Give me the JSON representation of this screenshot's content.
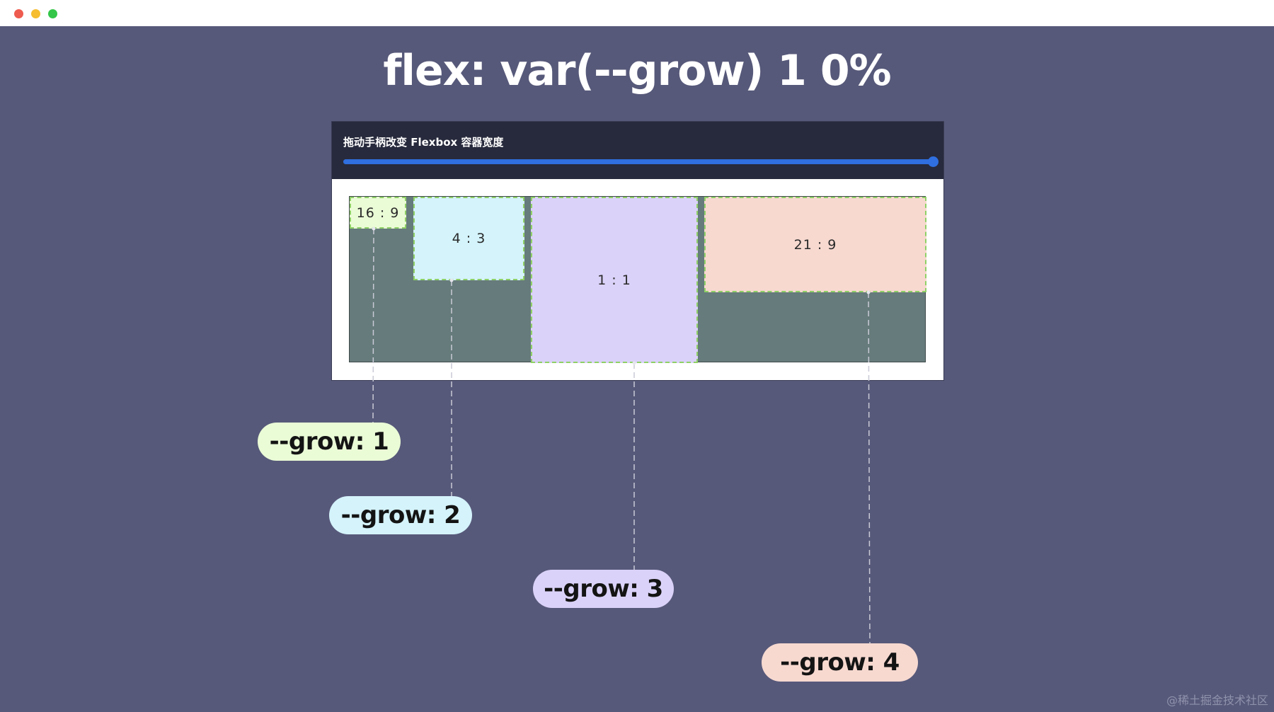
{
  "window": {
    "controls": [
      "close",
      "minimize",
      "zoom"
    ]
  },
  "heading": "flex: var(--grow) 1 0%",
  "demo": {
    "label": "拖动手柄改变 Flexbox 容器宽度",
    "slider": {
      "value": 1.0,
      "color": "#2f6fe0"
    }
  },
  "items": [
    {
      "ratio": "16 : 9",
      "color": "#eafcd6"
    },
    {
      "ratio": "4 : 3",
      "color": "#d4f3fb"
    },
    {
      "ratio": "1 : 1",
      "color": "#dbd2f9"
    },
    {
      "ratio": "21 : 9",
      "color": "#f7d9d0"
    }
  ],
  "labels": [
    {
      "text": "--grow: 1"
    },
    {
      "text": "--grow: 2"
    },
    {
      "text": "--grow: 3"
    },
    {
      "text": "--grow: 4"
    }
  ],
  "watermark": "@稀土掘金技术社区",
  "colors": {
    "background": "#57597a",
    "container": "#667b7b",
    "item_border": "#8fd166",
    "header": "#272a3c"
  }
}
